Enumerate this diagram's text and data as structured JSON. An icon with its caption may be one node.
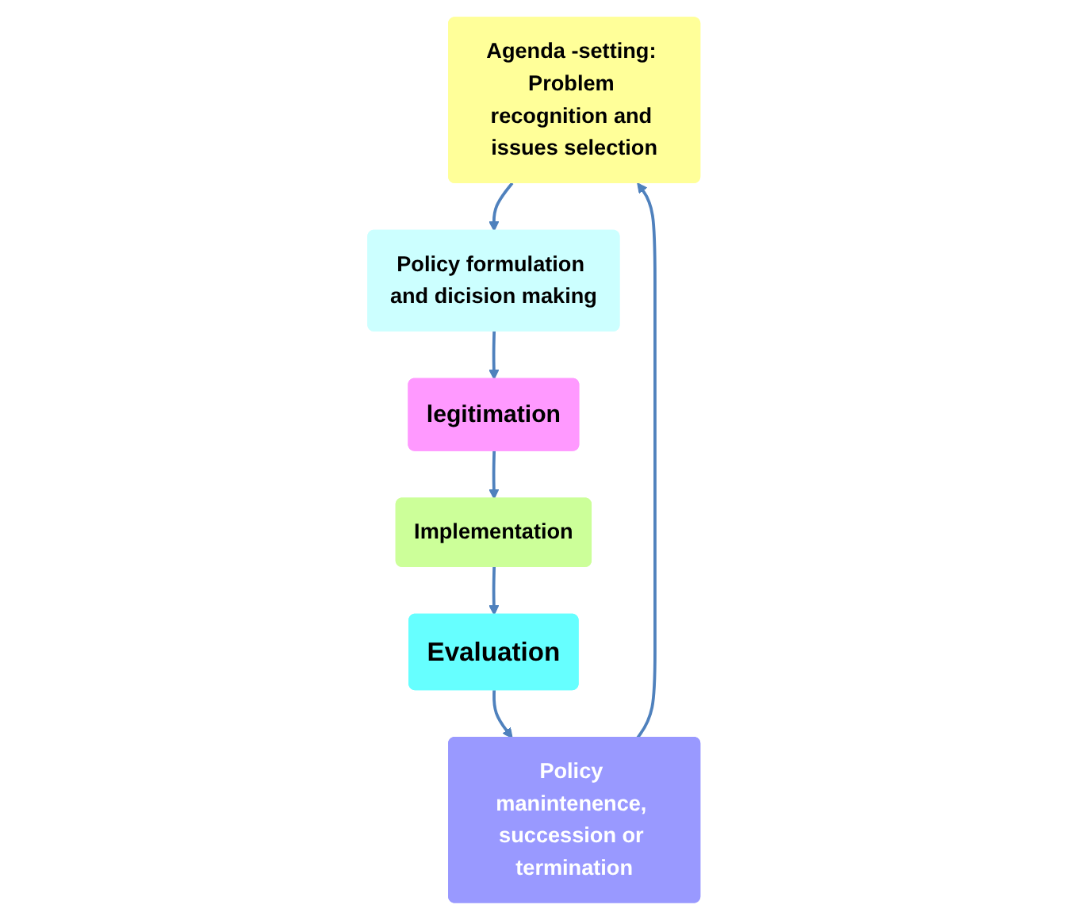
{
  "diagram": {
    "nodes": [
      {
        "text": [
          "Agenda -setting: Problem recognition and issues selection"
        ]
      },
      {
        "text": [
          "Policy formulation and dicision making"
        ]
      },
      {
        "text": [
          "legitimation"
        ]
      },
      {
        "text": [
          "Implementation"
        ]
      },
      {
        "text": [
          "Evaluation"
        ]
      },
      {
        "text": [
          "Policy manintenence, succession or termination"
        ]
      }
    ],
    "edges": [
      {
        "from": 0,
        "to": 1,
        "arrow": "to"
      },
      {
        "from": 1,
        "to": 2,
        "arrow": "to"
      },
      {
        "from": 2,
        "to": 3,
        "arrow": "to"
      },
      {
        "from": 3,
        "to": 4,
        "arrow": "to"
      },
      {
        "from": 4,
        "to": 5,
        "arrow": "to"
      },
      {
        "from": 5,
        "to": 0,
        "arrow": "to"
      }
    ]
  }
}
